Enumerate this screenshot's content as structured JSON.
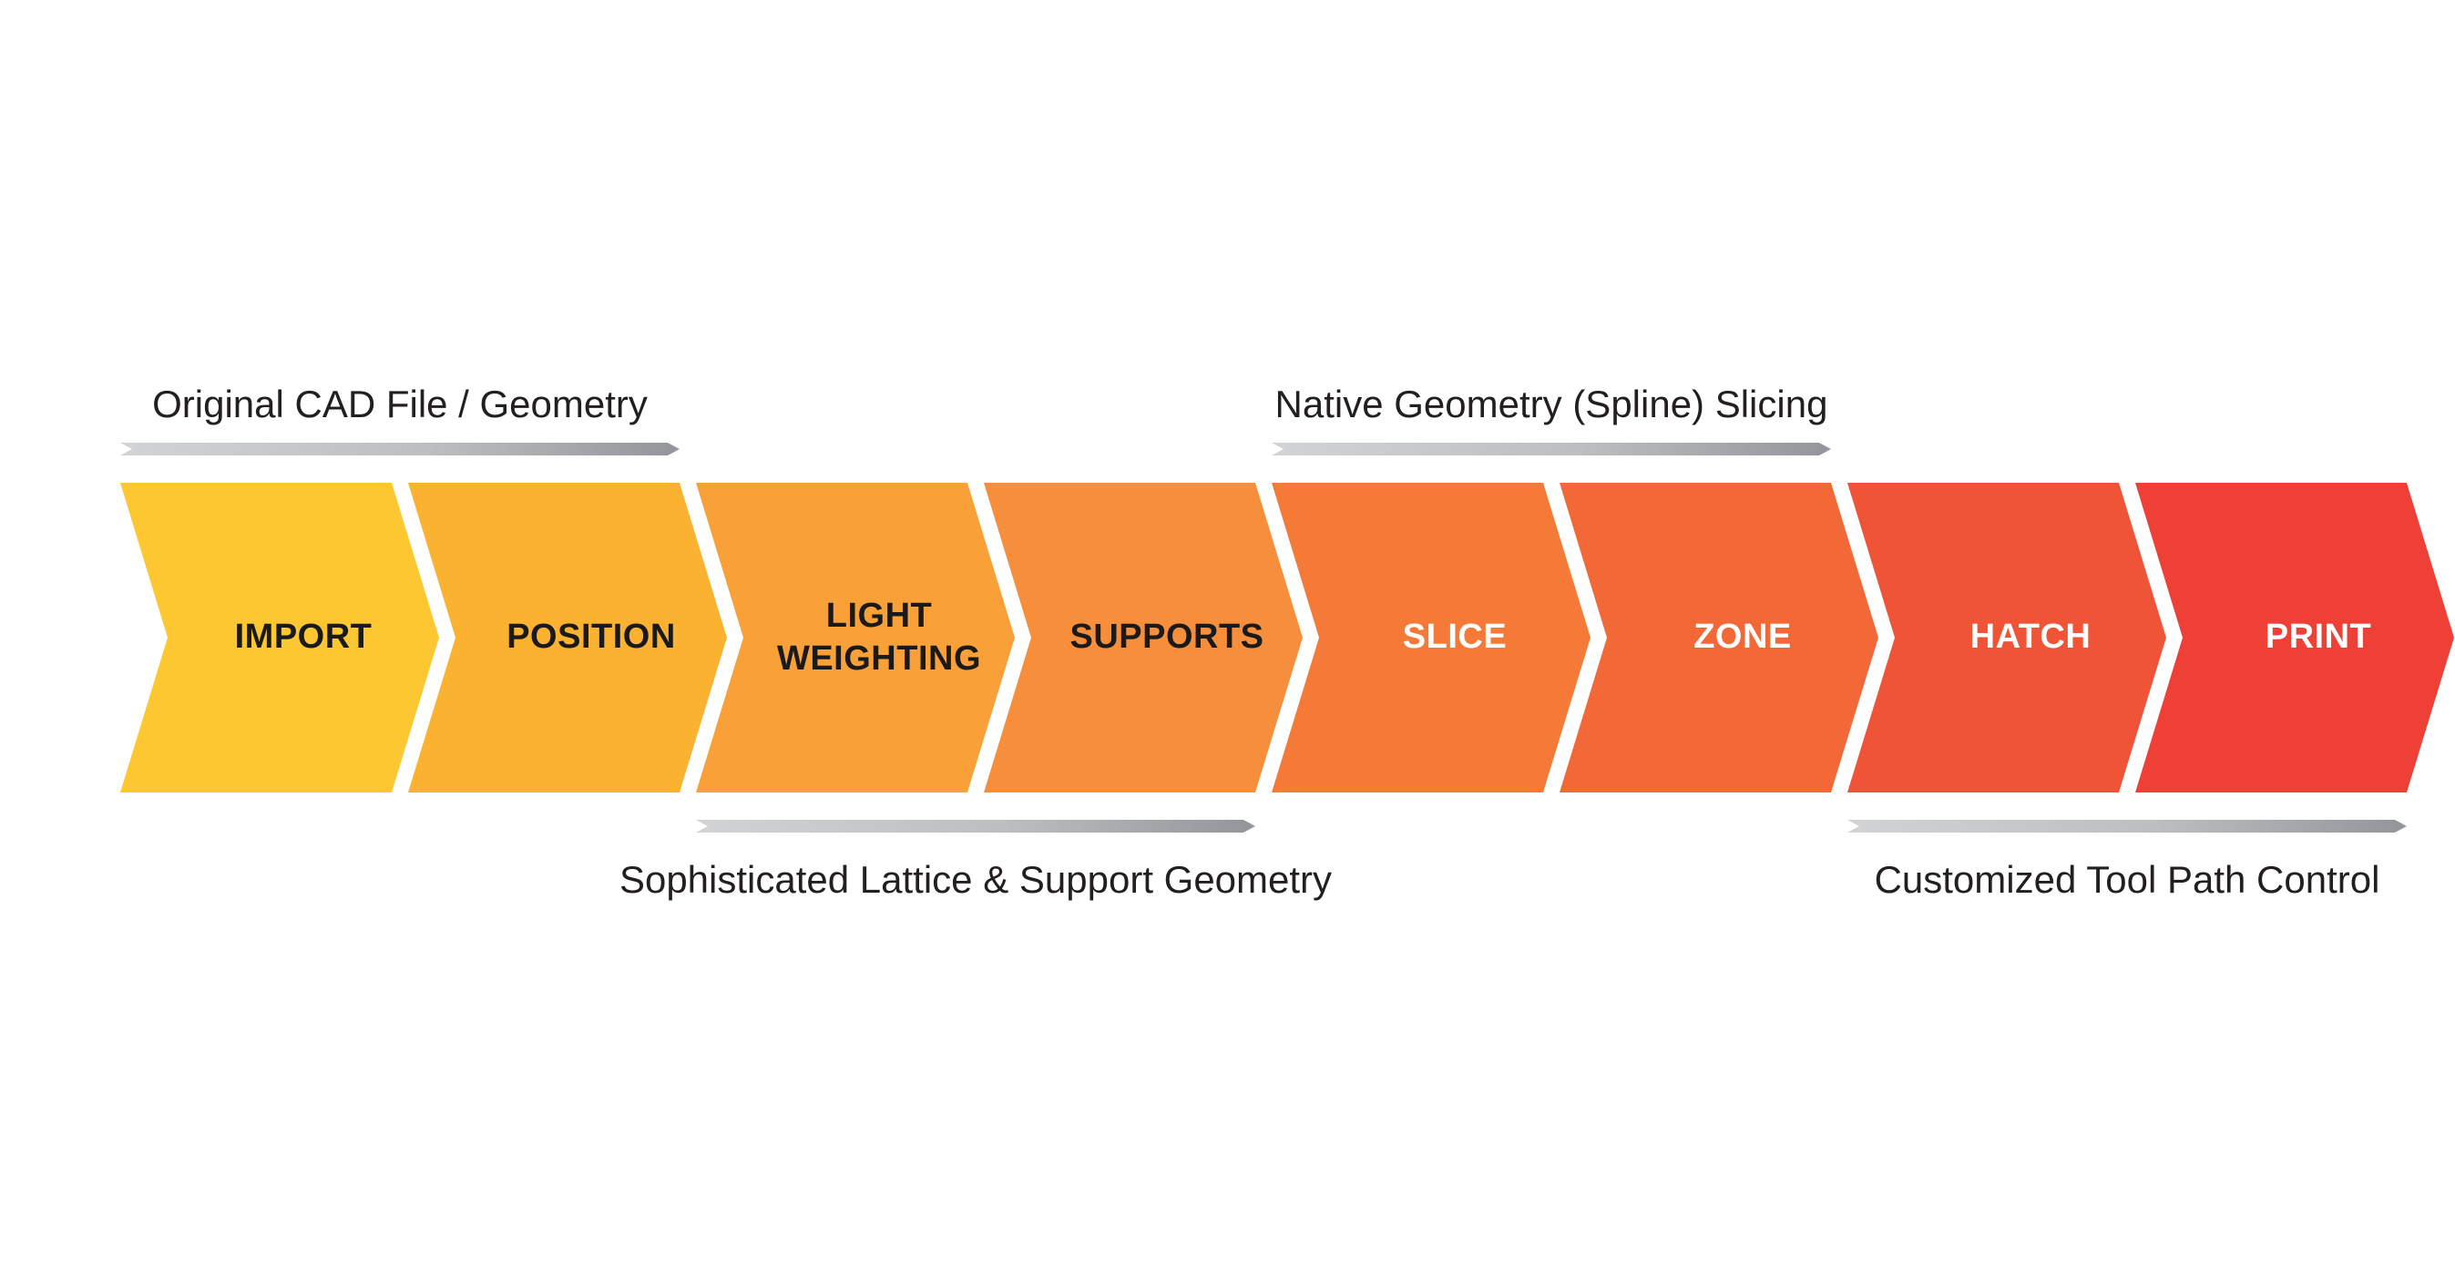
{
  "diagram": {
    "background": "#FFFFFF",
    "bar_gradient": {
      "start": "#D1D3D4",
      "end": "#939598"
    }
  },
  "steps": [
    {
      "label": "IMPORT",
      "color": "#FDC731",
      "text_color": "#1A1A1A"
    },
    {
      "label": "POSITION",
      "color": "#FBB231",
      "text_color": "#1A1A1A"
    },
    {
      "label": "LIGHT WEIGHTING",
      "color": "#F9A138",
      "text_color": "#1A1A1A"
    },
    {
      "label": "SUPPORTS",
      "color": "#F78E3B",
      "text_color": "#1A1A1A"
    },
    {
      "label": "SLICE",
      "color": "#F57A37",
      "text_color": "#FFFFFF"
    },
    {
      "label": "ZONE",
      "color": "#F36837",
      "text_color": "#FFFFFF"
    },
    {
      "label": "HATCH",
      "color": "#F05436",
      "text_color": "#FFFFFF"
    },
    {
      "label": "PRINT",
      "color": "#EE4036",
      "text_color": "#FFFFFF"
    }
  ],
  "annotations": [
    {
      "text": "Original CAD File / Geometry",
      "position": "top",
      "spans_steps": "IMPORT–POSITION"
    },
    {
      "text": "Native Geometry (Spline) Slicing",
      "position": "top",
      "spans_steps": "SLICE–ZONE"
    },
    {
      "text": "Sophisticated Lattice & Support Geometry",
      "position": "bottom",
      "spans_steps": "LIGHT WEIGHTING–SUPPORTS"
    },
    {
      "text": "Customized Tool Path Control",
      "position": "bottom",
      "spans_steps": "HATCH–PRINT"
    }
  ]
}
